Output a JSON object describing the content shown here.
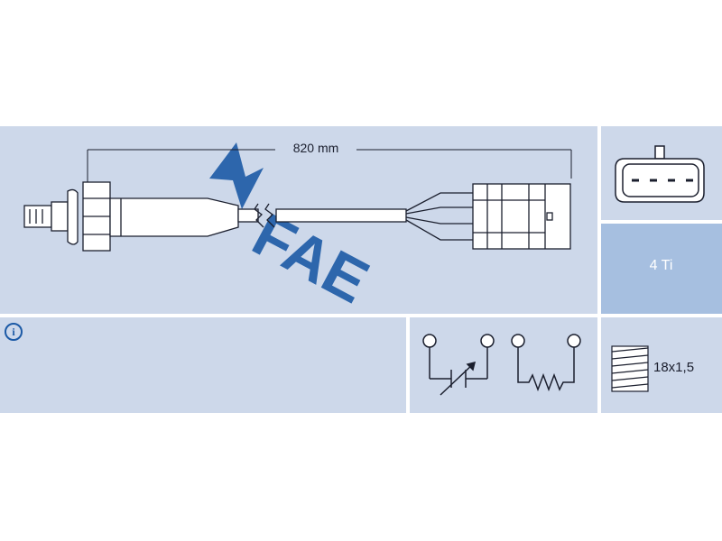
{
  "logo": {
    "text": "FAE",
    "color": "#1c5aa6"
  },
  "sensor": {
    "cable_length": "820 mm"
  },
  "wires": {
    "label": "4 Ti"
  },
  "thread": {
    "label": "18x1,5"
  },
  "info": {
    "icon": "info-icon",
    "glyph": "i"
  },
  "colors": {
    "panel": "#cdd8ea",
    "accent_panel": "#a6bfe0",
    "brand": "#1c5aa6",
    "line": "#1b1f2e"
  }
}
